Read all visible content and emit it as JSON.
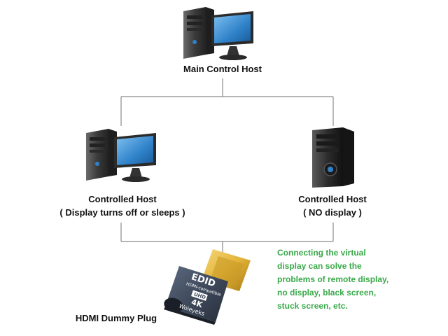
{
  "nodes": {
    "main": {
      "label": "Main Control Host"
    },
    "left": {
      "label": "Controlled Host",
      "sub": "( Display turns off or sleeps )"
    },
    "right": {
      "label": "Controlled Host",
      "sub": "( NO display )"
    },
    "plug": {
      "label": "HDMI Dummy Plug"
    }
  },
  "plug_markings": {
    "edid": "EDID",
    "compat": "HDMI-compatible",
    "uhd": "UHD",
    "res": "4K",
    "brand": "Woieyeks"
  },
  "note": {
    "lines": [
      "Connecting the virtual",
      "display can solve the",
      "problems of remote display,",
      "no display, black screen,",
      "stuck screen, etc."
    ],
    "color": "#3aa94a"
  },
  "colors": {
    "connector_line": "#8a8a8a",
    "plug_body": "#3f4a5c",
    "plug_gold": "#e3b53a",
    "monitor_screen": "#2f82c9",
    "tower": "#3b3b3b"
  }
}
